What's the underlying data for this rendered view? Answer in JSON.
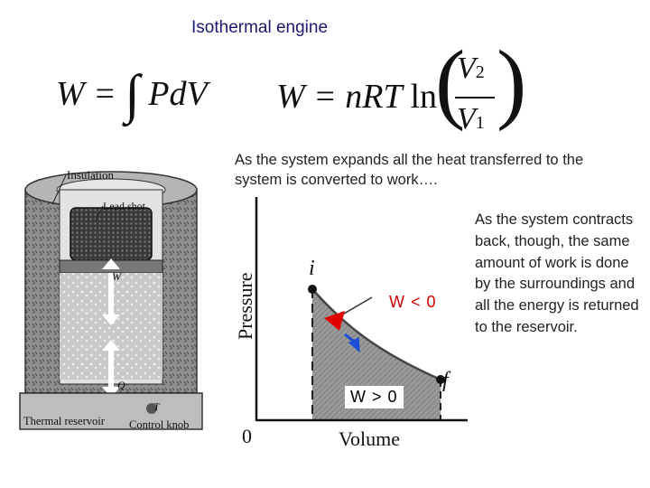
{
  "title": "Isothermal engine",
  "equations": {
    "work_integral": {
      "lhs": "W =",
      "integral": "∫",
      "rhs": "PdV"
    },
    "work_isothermal": {
      "lhs": "W = nRT",
      "ln": "ln",
      "num_var": "V",
      "num_sub": "2",
      "den_var": "V",
      "den_sub": "1"
    }
  },
  "captions": {
    "expand": "As the system expands all the heat transferred to the system is converted to work….",
    "contract": "As the system contracts back, though, the same amount of work is done by the surroundings and all the energy is returned to the reservoir."
  },
  "cylinder_labels": {
    "insulation": "Insulation",
    "lead_shot": "Lead shot",
    "w": "W",
    "q": "Q",
    "t": "T",
    "thermal_reservoir": "Thermal reservoir",
    "control_knob": "Control knob"
  },
  "graph": {
    "y_axis_label": "Pressure",
    "x_axis_label": "Volume",
    "origin": "0",
    "initial_point": "i",
    "final_point": "f",
    "work_negative": "W < 0",
    "work_positive": "W > 0",
    "colors": {
      "arrow_contract": "#e00000",
      "arrow_expand": "#1f4fd6",
      "shading": "#9a9a9a"
    }
  }
}
